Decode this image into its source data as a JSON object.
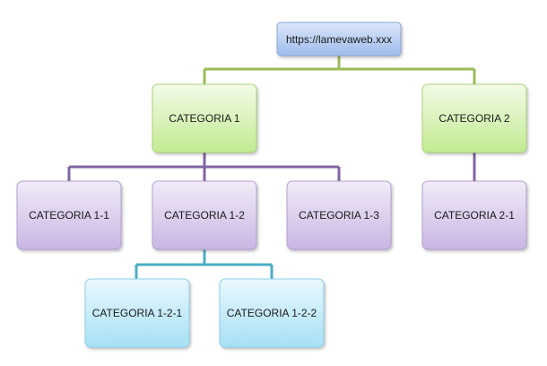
{
  "diagram": {
    "root": {
      "label": "https://lamevaweb.xxx",
      "color": "#8fb0e6"
    },
    "level1": [
      {
        "label": "CATEGORIA 1",
        "color": "#b8e486"
      },
      {
        "label": "CATEGORIA 2",
        "color": "#b8e486"
      }
    ],
    "level2": [
      {
        "label": "CATEGORIA 1-1",
        "color": "#c6b3e0"
      },
      {
        "label": "CATEGORIA 1-2",
        "color": "#c6b3e0"
      },
      {
        "label": "CATEGORIA 1-3",
        "color": "#c6b3e0"
      },
      {
        "label": "CATEGORIA 2-1",
        "color": "#c6b3e0"
      }
    ],
    "level3": [
      {
        "label": "CATEGORIA 1-2-1",
        "color": "#a8e2f5"
      },
      {
        "label": "CATEGORIA 1-2-2",
        "color": "#a8e2f5"
      }
    ],
    "connector_colors": {
      "root_to_level1": "#9bbb59",
      "level1_to_level2": "#8064a2",
      "level2_to_level3": "#4bacc6"
    }
  }
}
